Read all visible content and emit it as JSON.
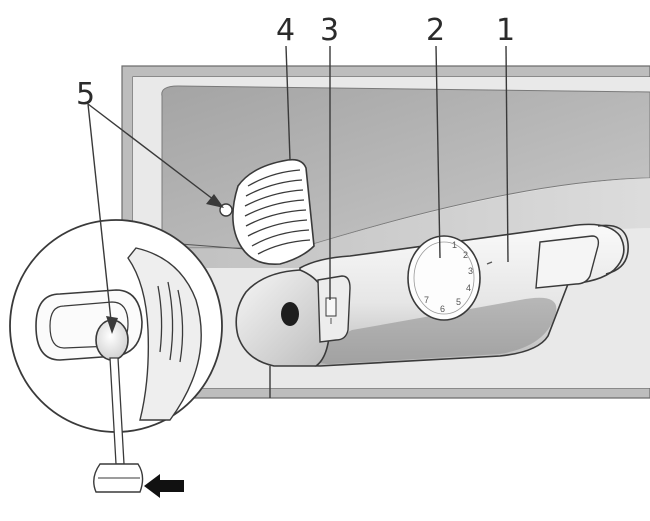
{
  "callouts": {
    "label_1": "1",
    "label_2": "2",
    "label_3": "3",
    "label_4": "4",
    "label_5": "5"
  },
  "dial": {
    "digits": [
      "1",
      "2",
      "3",
      "4",
      "5",
      "6",
      "7"
    ]
  },
  "colors": {
    "line": "#3a3a3a",
    "cabinet_frame": "#bdbdbd",
    "cabinet_inner": "#a9a9a9",
    "housing_light": "#f2f2f2",
    "housing_shadow": "#8e8e8e",
    "arrow": "#111111"
  }
}
